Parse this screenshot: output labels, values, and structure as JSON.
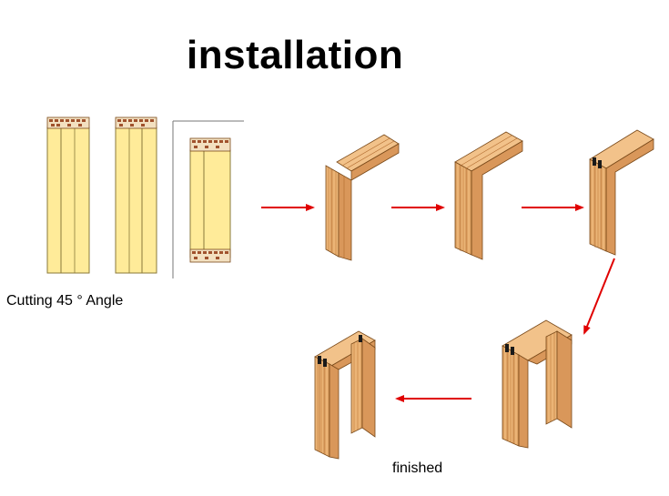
{
  "title": "installation",
  "captions": {
    "cutting": "Cutting 45 ° Angle",
    "finished": "finished"
  },
  "colors": {
    "wood_light": "#FFEB99",
    "wood_outline": "#8A7A3A",
    "oak_light": "#F2C28A",
    "oak_mid": "#D9975A",
    "oak_dark": "#B06A2E",
    "seal": "#1A1A1A",
    "arrow": "#E00000"
  },
  "steps": [
    "profile-views",
    "cut-pieces",
    "joined-corner",
    "sealed-corner",
    "assembled-frame",
    "finished-frame"
  ]
}
